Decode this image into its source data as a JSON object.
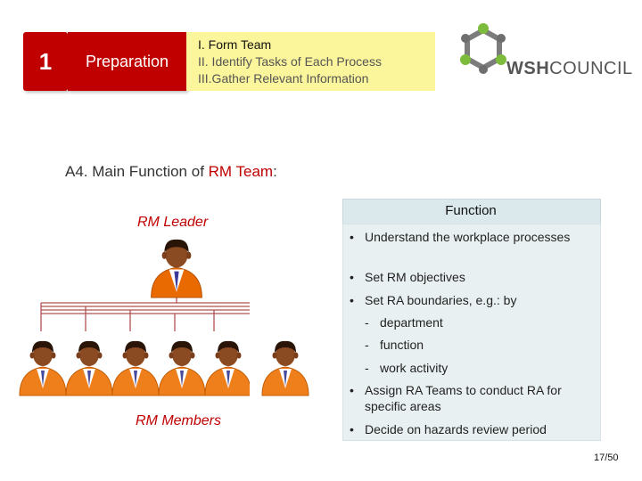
{
  "header": {
    "step_number": "1",
    "step_title": "Preparation",
    "steps": [
      "I.  Form Team",
      "II. Identify Tasks of Each Process",
      "III.Gather Relevant Information"
    ]
  },
  "logo": {
    "name_bold": "WSH",
    "name_light": "COUNCIL",
    "colors": {
      "grey": "#555555",
      "green": "#7dbb3c"
    }
  },
  "section": {
    "heading_prefix": "A4. Main Function of ",
    "heading_accent": "RM Team",
    "heading_suffix": ":"
  },
  "org_chart": {
    "leader_label": "RM Leader",
    "members_label": "RM Members",
    "member_count": 6,
    "colors": {
      "line": "#b05050",
      "shirt": "#f07a10",
      "suit": "#e06a00",
      "skin": "#8a4a22",
      "hair": "#2a1408"
    }
  },
  "function_table": {
    "header": "Function",
    "items": [
      {
        "bullet": "•",
        "text": "Understand the workplace processes"
      },
      {
        "bullet": "•",
        "text": "Set RM objectives"
      },
      {
        "bullet": "•",
        "text": "Set RA boundaries, e.g.: by",
        "sub": [
          {
            "dash": "-",
            "text": "department"
          },
          {
            "dash": "-",
            "text": "function"
          },
          {
            "dash": "-",
            "text": "work activity"
          }
        ]
      },
      {
        "bullet": "•",
        "text": "Assign RA Teams to conduct RA for specific areas"
      },
      {
        "bullet": "•",
        "text": "Decide on hazards review period"
      }
    ],
    "colors": {
      "header_bg": "#dbe8ec",
      "body_bg": "#e9f0f2"
    }
  },
  "page_number": "17/50",
  "colors": {
    "accent_red": "#c00000",
    "steps_bg": "#fbf59b"
  }
}
